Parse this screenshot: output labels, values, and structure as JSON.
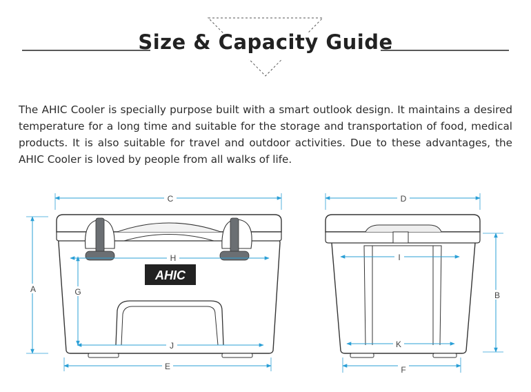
{
  "header": {
    "title": "Size & Capacity Guide"
  },
  "intro": {
    "text": "The AHIC Cooler is specially purpose built with a smart outlook design. It maintains a desired temperature for a long time and suitable for the storage and transportation of food, medical products. It is also suitable for travel and outdoor activities. Due to these advantages, the AHIC Cooler is loved by people from all walks of life."
  },
  "front_view": {
    "brand_logo": "AHIC",
    "dims": {
      "C": "C",
      "H": "H",
      "A": "A",
      "G": "G",
      "J": "J",
      "E": "E"
    }
  },
  "side_view": {
    "dims": {
      "D": "D",
      "I": "I",
      "B": "B",
      "K": "K",
      "F": "F"
    }
  },
  "colors": {
    "dimension_line": "#2a9fd6",
    "outline": "#333333",
    "handle": "#6b6f73"
  }
}
